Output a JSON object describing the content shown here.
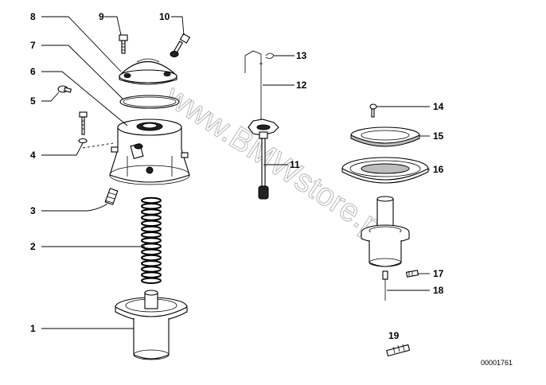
{
  "diagram": {
    "watermark": "www.BMWstore.pl",
    "document_number": "00001761",
    "callouts": [
      {
        "id": "1",
        "label": "1"
      },
      {
        "id": "2",
        "label": "2"
      },
      {
        "id": "3",
        "label": "3"
      },
      {
        "id": "4",
        "label": "4"
      },
      {
        "id": "5",
        "label": "5"
      },
      {
        "id": "6",
        "label": "6"
      },
      {
        "id": "7",
        "label": "7"
      },
      {
        "id": "8",
        "label": "8"
      },
      {
        "id": "9",
        "label": "9"
      },
      {
        "id": "10",
        "label": "10"
      },
      {
        "id": "11",
        "label": "11"
      },
      {
        "id": "12",
        "label": "12"
      },
      {
        "id": "13",
        "label": "13"
      },
      {
        "id": "14",
        "label": "14"
      },
      {
        "id": "15",
        "label": "15"
      },
      {
        "id": "16",
        "label": "16"
      },
      {
        "id": "17",
        "label": "17"
      },
      {
        "id": "18",
        "label": "18"
      },
      {
        "id": "19",
        "label": "19"
      }
    ]
  }
}
